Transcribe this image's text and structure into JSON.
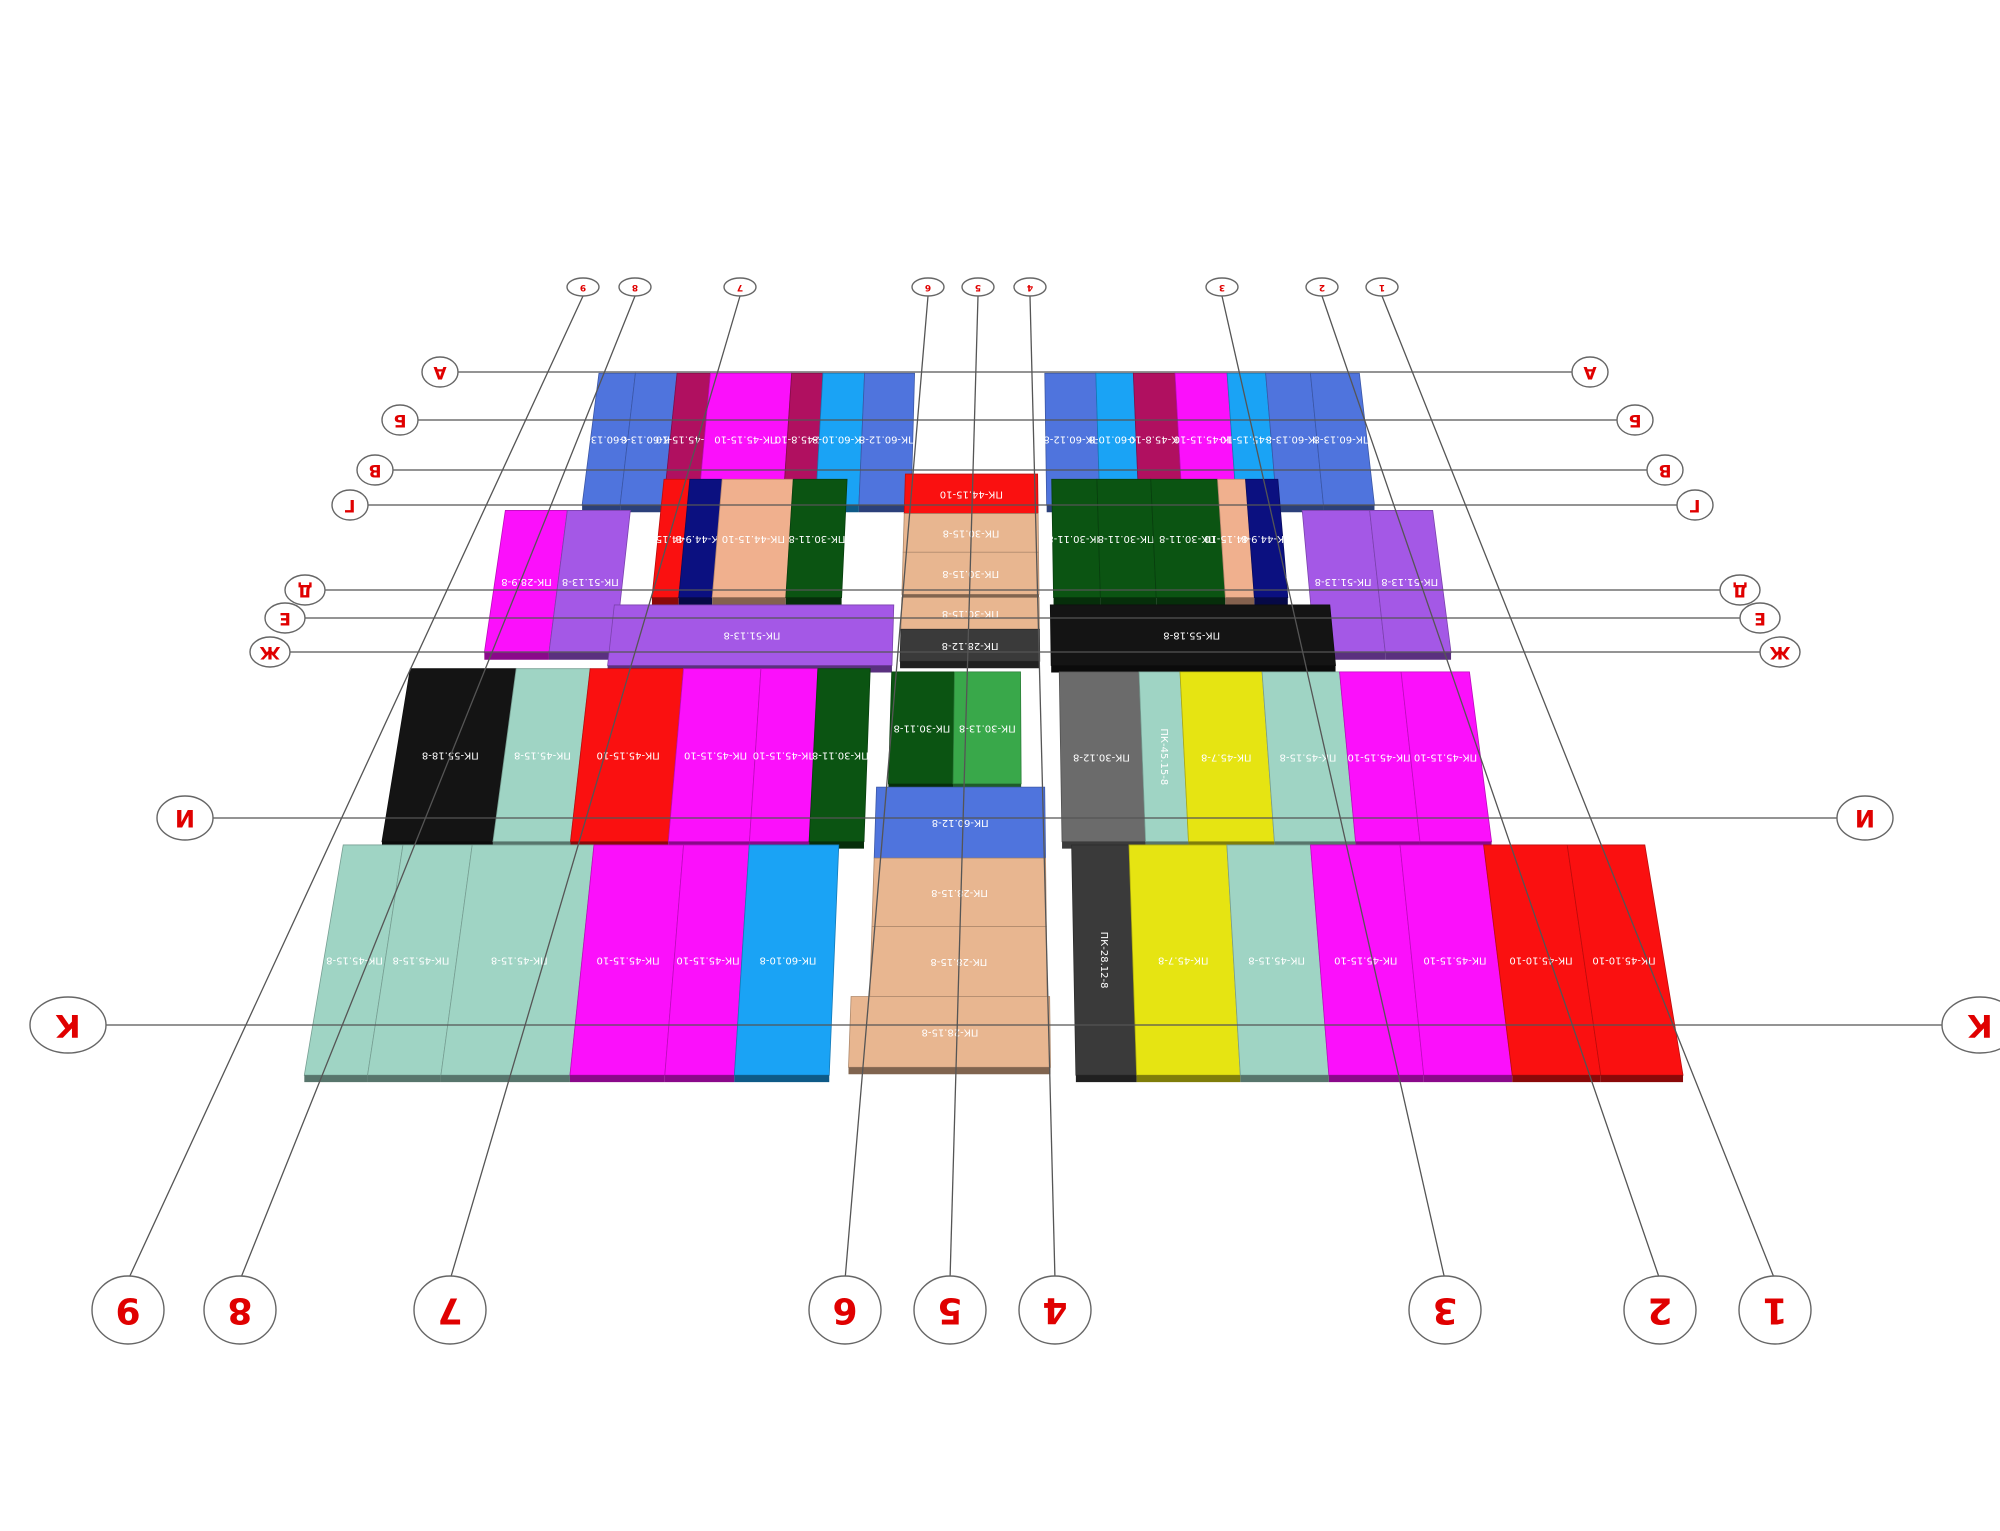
{
  "canvas": {
    "background": "#ffffff"
  },
  "axes": {
    "columns": [
      "1",
      "2",
      "3",
      "4",
      "5",
      "6",
      "7",
      "8",
      "9"
    ],
    "rows": [
      "А",
      "Б",
      "В",
      "Г",
      "Д",
      "Е",
      "Ж",
      "И",
      "К"
    ]
  },
  "slab_colors": {
    "blue": "#4f74dd",
    "cyan": "#1aa3f5",
    "maroon": "#b01060",
    "magenta": "#fb10fb",
    "red": "#fa1010",
    "navy": "#0b1080",
    "peach": "#f0b08e",
    "tan": "#e8b690",
    "darkgreen": "#0b5412",
    "green": "#39a84a",
    "gray": "#6b6b6b",
    "black": "#141414",
    "dark": "#3a3a3a",
    "lavender": "#a458e6",
    "mint": "#9fd4c4",
    "yellow": "#e6e412"
  },
  "slabs": [
    {
      "label": "ПК-60.13-8",
      "color": "blue"
    },
    {
      "label": "ПК-60.13-8",
      "color": "blue"
    },
    {
      "label": "ПК-45.15-10",
      "color": "maroon"
    },
    {
      "label": "ПК-45.15-10",
      "color": "magenta"
    },
    {
      "label": "ПК-45.8-10",
      "color": "maroon"
    },
    {
      "label": "ПК-60.10-8",
      "color": "cyan"
    },
    {
      "label": "ПК-60.12-8",
      "color": "blue"
    },
    {
      "label": "ПК-60.12-8",
      "color": "blue"
    },
    {
      "label": "ПК-60.10-8",
      "color": "cyan"
    },
    {
      "label": "ПК-45.8-10",
      "color": "maroon"
    },
    {
      "label": "ПК-45.15-10",
      "color": "magenta"
    },
    {
      "label": "ПК-45.15-10",
      "color": "cyan"
    },
    {
      "label": "ПК-60.13-8",
      "color": "blue"
    },
    {
      "label": "ПК-60.13-8",
      "color": "blue"
    },
    {
      "label": "ПК-44.15-10",
      "color": "red"
    },
    {
      "label": "ПК-44.9-8",
      "color": "navy"
    },
    {
      "label": "ПК-44.15-10",
      "color": "peach"
    },
    {
      "label": "ПК-30.11-8",
      "color": "darkgreen"
    },
    {
      "label": "ПК-30.11-8",
      "color": "darkgreen"
    },
    {
      "label": "ПК-30.11-8",
      "color": "darkgreen"
    },
    {
      "label": "ПК-30.11-8",
      "color": "darkgreen"
    },
    {
      "label": "ПК-44.15-10",
      "color": "peach"
    },
    {
      "label": "ПК-44.9-8",
      "color": "navy"
    },
    {
      "label": "ПК-44.15-10",
      "color": "red"
    },
    {
      "label": "ПК-30.15-8",
      "color": "tan"
    },
    {
      "label": "ПК-30.15-8",
      "color": "tan"
    },
    {
      "label": "ПК-30.15-8",
      "color": "tan"
    },
    {
      "label": "ПК-28.12-8",
      "color": "dark"
    },
    {
      "label": "ПК-28.9-8",
      "color": "magenta"
    },
    {
      "label": "ПК-51.13-8",
      "color": "lavender"
    },
    {
      "label": "ПК-51.13-8",
      "color": "lavender"
    },
    {
      "label": "ПК-51.13-8",
      "color": "lavender"
    },
    {
      "label": "ПК-51.13-8",
      "color": "lavender"
    },
    {
      "label": "ПК-55.18-8",
      "color": "black"
    },
    {
      "label": "ПК-55.18-8",
      "color": "black"
    },
    {
      "label": "ПК-45.15-8",
      "color": "mint"
    },
    {
      "label": "ПК-45.15-10",
      "color": "red"
    },
    {
      "label": "ПК-45.15-10",
      "color": "magenta"
    },
    {
      "label": "ПК-45.15-10",
      "color": "magenta"
    },
    {
      "label": "ПК-30.11-8",
      "color": "darkgreen"
    },
    {
      "label": "ПК-30.11-8",
      "color": "darkgreen"
    },
    {
      "label": "ПК-30.13-8",
      "color": "green"
    },
    {
      "label": "ПК-30.12-8",
      "color": "gray"
    },
    {
      "label": "ПК-45.15-8",
      "color": "mint"
    },
    {
      "label": "ПК-45.7-8",
      "color": "yellow"
    },
    {
      "label": "ПК-45.15-8",
      "color": "mint"
    },
    {
      "label": "ПК-45.15-10",
      "color": "magenta"
    },
    {
      "label": "ПК-45.15-10",
      "color": "magenta"
    },
    {
      "label": "ПК-45.15-8",
      "color": "mint"
    },
    {
      "label": "ПК-45.15-8",
      "color": "mint"
    },
    {
      "label": "ПК-45.15-8",
      "color": "mint"
    },
    {
      "label": "ПК-45.15-10",
      "color": "magenta"
    },
    {
      "label": "ПК-45.15-10",
      "color": "magenta"
    },
    {
      "label": "ПК-60.10-8",
      "color": "cyan"
    },
    {
      "label": "ПК-60.12-8",
      "color": "blue"
    },
    {
      "label": "ПК-28.15-8",
      "color": "tan"
    },
    {
      "label": "ПК-28.15-8",
      "color": "tan"
    },
    {
      "label": "ПК-28.15-8",
      "color": "tan"
    },
    {
      "label": "ПК-28.12-8",
      "color": "dark"
    },
    {
      "label": "ПК-45.7-8",
      "color": "yellow"
    },
    {
      "label": "ПК-45.15-8",
      "color": "mint"
    },
    {
      "label": "ПК-45.15-10",
      "color": "magenta"
    },
    {
      "label": "ПК-45.15-10",
      "color": "magenta"
    },
    {
      "label": "ПК-45.10-10",
      "color": "red"
    },
    {
      "label": "ПК-45.10-10",
      "color": "red"
    },
    {
      "label": "ПК-45.10-10",
      "color": "red"
    }
  ]
}
